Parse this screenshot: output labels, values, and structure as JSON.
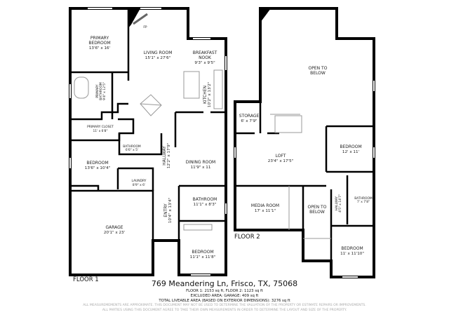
{
  "floor1": {
    "label": "FLOOR 1",
    "fireplace": "FP",
    "rooms": [
      {
        "name": "PRIMARY",
        "name2": "BEDROOM",
        "dim": "13'6\" x 16'"
      },
      {
        "name": "LIVING ROOM",
        "dim": "15'1\" x 27'6\""
      },
      {
        "name": "BREAKFAST",
        "name2": "NOOK",
        "dim": "9'3\" x 9'5\""
      },
      {
        "name": "PRIMARY",
        "name2": "BATHROOM",
        "dim": "9'4\" x 12'5\""
      },
      {
        "name": "KITCHEN",
        "dim": "10'2\" x 13'2\""
      },
      {
        "name": "PRIMARY CLOSET",
        "dim": "11' x 6'8\""
      },
      {
        "name": "BATHROOM",
        "dim": "6'6\" x 5'"
      },
      {
        "name": "HALLWAY",
        "dim": "12'2\" x 17'9\""
      },
      {
        "name": "BEDROOM",
        "dim": "13'6\" x 10'4\""
      },
      {
        "name": "DINING ROOM",
        "dim": "11'9\" x 11"
      },
      {
        "name": "LAUNDRY",
        "dim": "8'9\" x 6'"
      },
      {
        "name": "BATHROOM",
        "dim": "11'1\" x 8'3\""
      },
      {
        "name": "ENTRY",
        "dim": "10'4\" x 13'4\""
      },
      {
        "name": "GARAGE",
        "dim": "20'1\" x 23'"
      },
      {
        "name": "BEDROOM",
        "dim": "11'1\" x 11'8\""
      }
    ]
  },
  "floor2": {
    "label": "FLOOR 2",
    "rooms": [
      {
        "name": "OPEN TO",
        "name2": "BELOW"
      },
      {
        "name": "STORAGE",
        "dim": "6' x 7'9\""
      },
      {
        "name": "LOFT",
        "dim": "23'4\" x 17'5\""
      },
      {
        "name": "BEDROOM",
        "dim": "12' x 11'"
      },
      {
        "name": "HALLWAY",
        "dim": "4'5\" x 14'7\""
      },
      {
        "name": "BATHROOM",
        "dim": "7' x 7'8\""
      },
      {
        "name": "MEDIA ROOM",
        "dim": "17' x 11'1\""
      },
      {
        "name": "OPEN TO",
        "name2": "BELOW"
      },
      {
        "name": "BEDROOM",
        "dim": "11' x 11'10\""
      }
    ]
  },
  "footer": {
    "address": "769 Meandering Ln, Frisco, TX, 75068",
    "floor_areas": "FLOOR 1: 2153 sq ft, FLOOR 2: 1123 sq ft",
    "excluded": "EXCLUDED AREA: GARAGE: 409 sq ft",
    "total": "TOTAL LIVEABLE AREA (BASED ON EXTERIOR DIMENSIONS): 3276 sq ft",
    "disclaimer1": "ALL MEASUREMEMENTS ARE APPROXIMATE. THIS DOCUMENT MAY NOT BE USED TO DETERMINE THE VALUATION OF THE PROPERTY OR ESTIMATE REPAIRS OR IMPROVEMENTS.",
    "disclaimer2": "ALL PARTIES USING THIS DOCUMENT AGREE TO TAKE THEIR OWN MEASUREMENTS IN ORDER TO DETERMINE THE LAYOUT AND SIZE OF THE PROPERTY."
  }
}
